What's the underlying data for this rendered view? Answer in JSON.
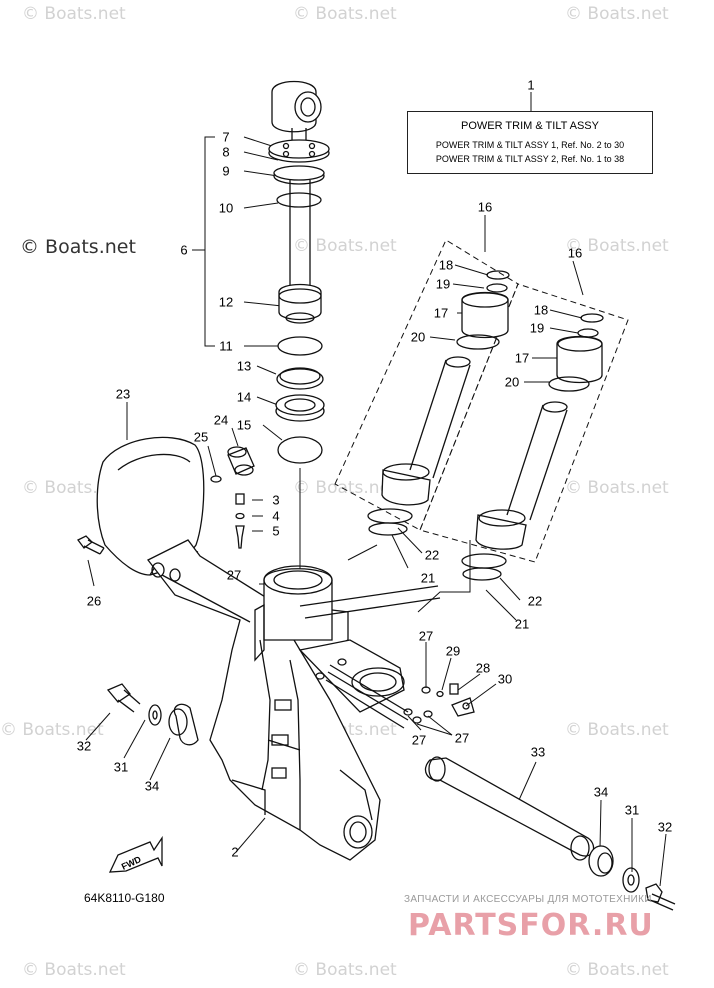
{
  "title_box": {
    "main": "POWER TRIM & TILT ASSY",
    "sub1": "POWER TRIM & TILT ASSY 1,  Ref. No. 2  to  30",
    "sub2": "POWER TRIM & TILT ASSY 2,  Ref. No. 1  to  38"
  },
  "drawing_code": "64K8110-G180",
  "fwd_label": "FWD",
  "watermark": "© Boats.net",
  "ad": {
    "caption": "ЗАПЧАСТИ И АКСЕССУАРЫ ДЛЯ МОТОТЕХНИКИ",
    "logo": "PARTSFOR.RU"
  },
  "callouts": {
    "c1": "1",
    "c2": "2",
    "c3": "3",
    "c4": "4",
    "c5": "5",
    "c6": "6",
    "c7": "7",
    "c8": "8",
    "c9": "9",
    "c10": "10",
    "c11": "11",
    "c12": "12",
    "c13": "13",
    "c14": "14",
    "c15": "15",
    "c16a": "16",
    "c16b": "16",
    "c17a": "17",
    "c17b": "17",
    "c18a": "18",
    "c18b": "18",
    "c19a": "19",
    "c19b": "19",
    "c20a": "20",
    "c20b": "20",
    "c21a": "21",
    "c21b": "21",
    "c22a": "22",
    "c22b": "22",
    "c23": "23",
    "c24": "24",
    "c25": "25",
    "c26": "26",
    "c27a": "27",
    "c27b": "27",
    "c27c": "27",
    "c27d": "27",
    "c28": "28",
    "c29": "29",
    "c30": "30",
    "c31a": "31",
    "c31b": "31",
    "c32a": "32",
    "c32b": "32",
    "c33": "33",
    "c34a": "34",
    "c34b": "34"
  }
}
